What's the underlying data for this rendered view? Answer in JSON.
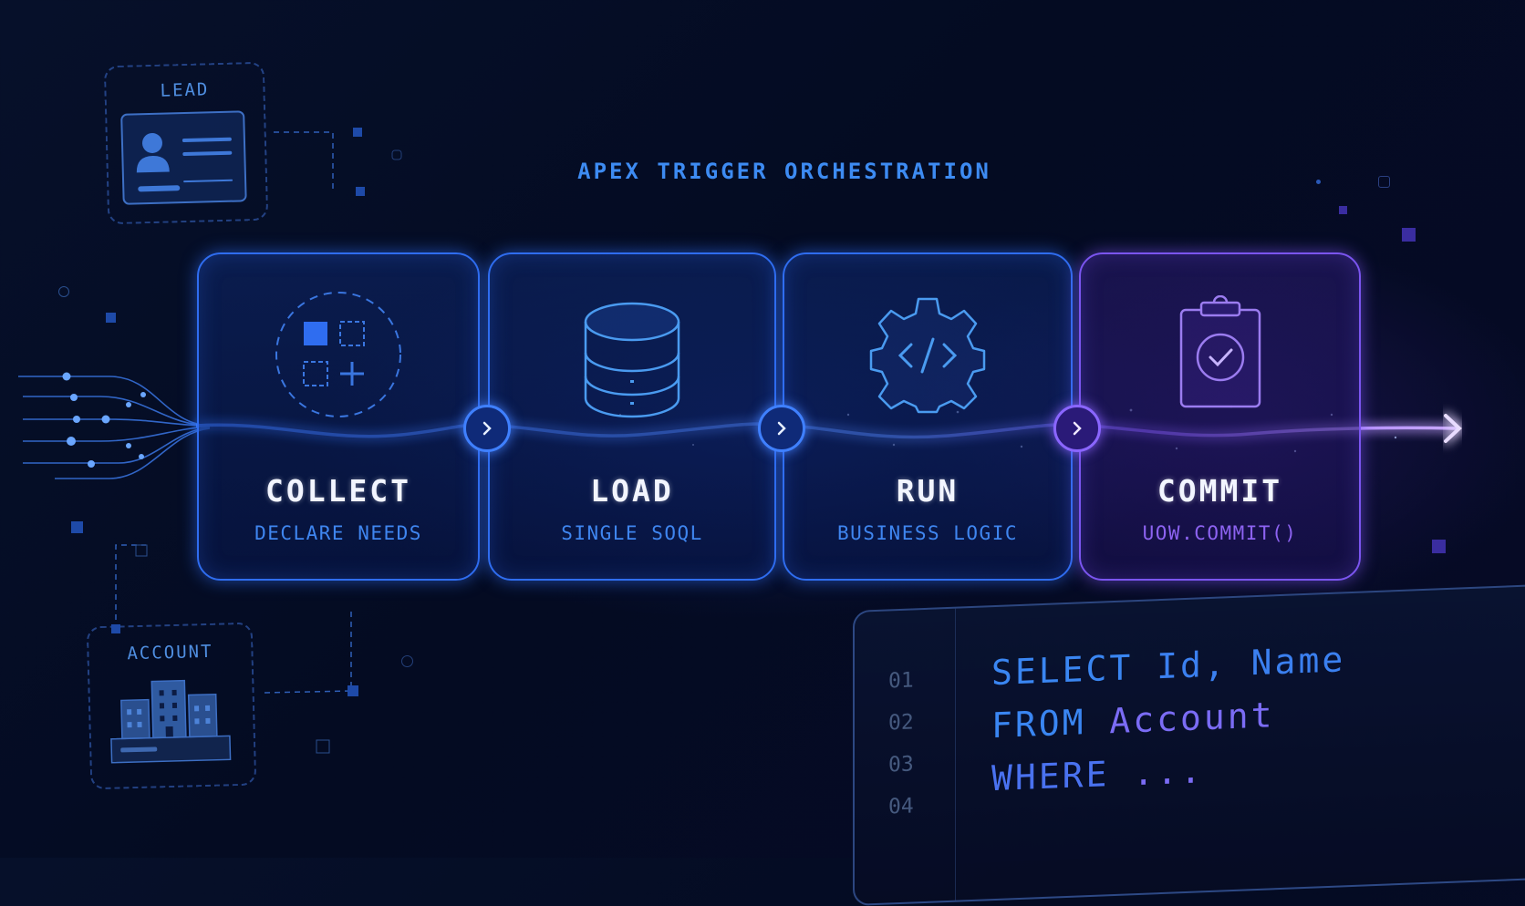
{
  "title": "APEX TRIGGER ORCHESTRATION",
  "sources": [
    {
      "label": "LEAD",
      "icon": "contact-card-icon"
    },
    {
      "label": "ACCOUNT",
      "icon": "building-icon"
    }
  ],
  "stages": [
    {
      "title": "COLLECT",
      "subtitle": "DECLARE NEEDS",
      "icon": "collect-grid-icon",
      "color": "#2f6df0"
    },
    {
      "title": "LOAD",
      "subtitle": "SINGLE SOQL",
      "icon": "database-icon",
      "color": "#2f6df0"
    },
    {
      "title": "RUN",
      "subtitle": "BUSINESS LOGIC",
      "icon": "gear-code-icon",
      "color": "#3a66f0"
    },
    {
      "title": "COMMIT",
      "subtitle": "UOW.COMMIT()",
      "icon": "clipboard-check-icon",
      "color": "#7b55f0"
    }
  ],
  "connectors": [
    "chevron-right-icon",
    "chevron-right-icon",
    "chevron-right-icon"
  ],
  "code": {
    "line_numbers": [
      "01",
      "02",
      "03",
      "04"
    ],
    "lines": [
      {
        "keyword": "SELECT",
        "rest": "Id, Name"
      },
      {
        "keyword": "FROM",
        "rest": "Account"
      },
      {
        "keyword": "WHERE",
        "rest": "..."
      },
      {
        "keyword": "",
        "rest": ""
      }
    ]
  },
  "colors": {
    "background": "#050c24",
    "accent_blue": "#2f6df0",
    "accent_purple": "#7b55f0",
    "title_blue": "#3d8bf2"
  }
}
